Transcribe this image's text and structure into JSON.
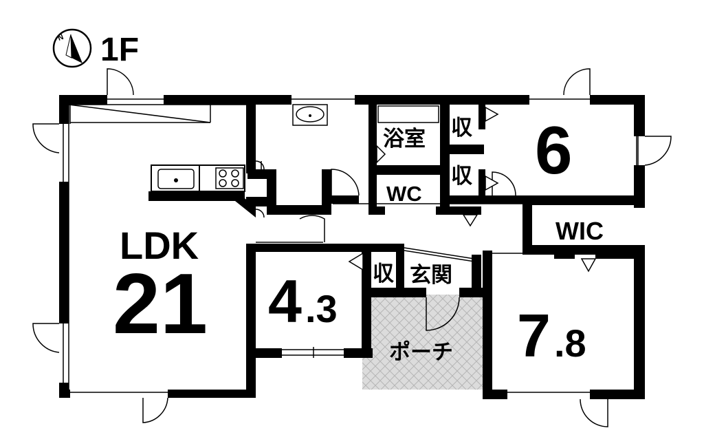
{
  "floor_label": "1F",
  "compass": {
    "north_letter": "N",
    "icon": "compass-icon"
  },
  "rooms": {
    "ldk": {
      "name": "LDK",
      "size": "21"
    },
    "bath": {
      "name": "浴室"
    },
    "storage_a": {
      "name": "収"
    },
    "storage_b": {
      "name": "収"
    },
    "storage_c": {
      "name": "収"
    },
    "wc": {
      "name": "WC"
    },
    "bedroom6": {
      "size": "6"
    },
    "wic": {
      "name": "WIC"
    },
    "room43": {
      "size_main": "4",
      "size_dec": ".3"
    },
    "entrance": {
      "name": "玄関"
    },
    "porch": {
      "name": "ポーチ"
    },
    "room78": {
      "size_main": "7",
      "size_dec": ".8"
    }
  },
  "fixtures": {
    "sink": "kitchen-sink-icon",
    "stove": "gas-stove-icon",
    "washbasin": "washbasin-icon",
    "bathtub": "bathtub-icon"
  },
  "colors": {
    "wall": "#000000",
    "porch_fill": "#d9d9d9",
    "porch_hatch": "#b8b8b8"
  }
}
